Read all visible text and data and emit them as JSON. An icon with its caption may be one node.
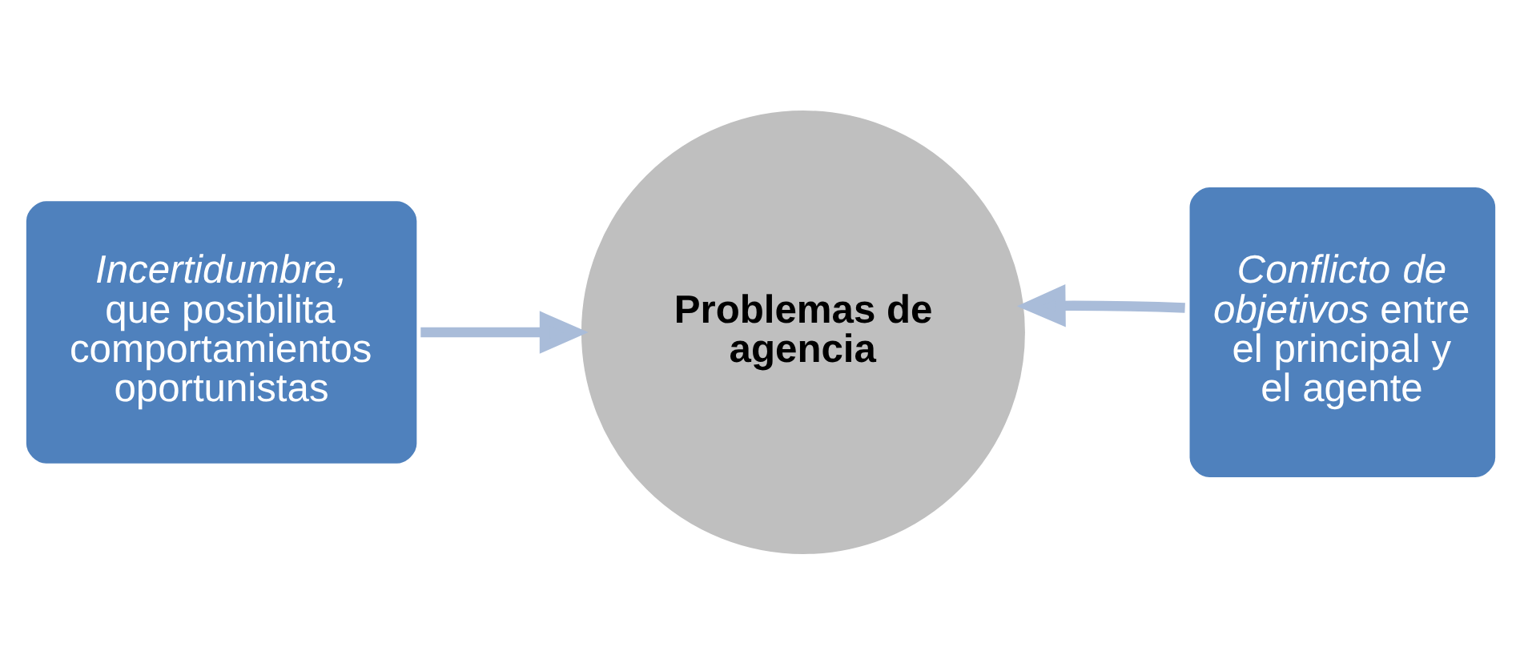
{
  "diagram": {
    "nodes": [
      {
        "text": [
          "*Incertidumbre,* que posibilita comportamientos oportunistas"
        ]
      },
      {
        "text": [
          "Problemas de agencia"
        ]
      },
      {
        "text": [
          "*Conflicto de objetivos* entre el principal y el agente"
        ]
      }
    ],
    "edges": [
      {
        "from": 0,
        "to": 1,
        "arrow": "to"
      },
      {
        "from": 2,
        "to": 1,
        "arrow": "to"
      }
    ]
  }
}
